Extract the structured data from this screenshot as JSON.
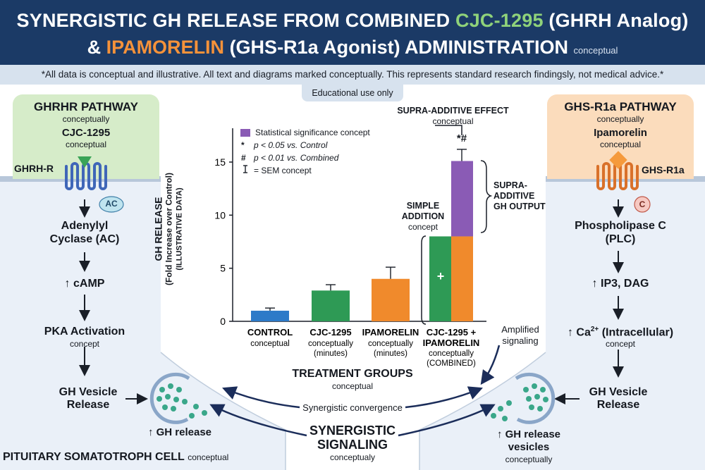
{
  "header": {
    "l1_a": "SYNERGISTIC GH RELEASE FROM COMBINED ",
    "l1_b": "CJC-1295",
    "l1_c": " (GHRH Analog)",
    "l2_a": "& ",
    "l2_b": "IPAMORELIN",
    "l2_c": " (GHS-R1a Agonist) ADMINISTRATION ",
    "l2_tag": "conceptual",
    "disclaimer": "*All data is conceptual and illustrative. All text and diagrams marked conceptually. This represents standard research findingsly, not medical advice.*",
    "edu": "Educational use only"
  },
  "left_pathway": {
    "title": "GHRHR PATHWAY",
    "title_sub": "conceptually",
    "drug": "CJC-1295",
    "drug_sub": "conceptual",
    "receptor": "GHRH-R",
    "enzyme_badge": "AC",
    "step1a": "Adenylyl",
    "step1b": "Cyclase (AC)",
    "step2": "↑ cAMP",
    "step3": "PKA Activation",
    "step3_sub": "concept",
    "step4a": "GH Vesicle",
    "step4b": "Release",
    "vesicle_label": "↑ GH release",
    "cell_label": "PITUITARY SOMATOTROPH CELL",
    "cell_label_sub": "conceptual"
  },
  "right_pathway": {
    "title": "GHS-R1a PATHWAY",
    "title_sub": "conceptually",
    "drug": "Ipamorelin",
    "drug_sub": "conceptual",
    "receptor": "GHS-R1a",
    "enzyme_badge": "C",
    "step1a": "Phospholipase C",
    "step1b": "(PLC)",
    "step2": "↑ IP3, DAG",
    "step3_a": "↑ Ca",
    "step3_sup": "2+",
    "step3_b": " (Intracellular)",
    "step3_sub": "concept",
    "step4a": "GH Vesicle",
    "step4b": "Release",
    "vesicle_label_a": "↑ GH release",
    "vesicle_label_b": "vesicles",
    "vesicle_label_sub": "conceptually"
  },
  "center": {
    "convergence": "Synergistic convergence",
    "synergy_a": "SYNERGISTIC",
    "synergy_b": "SIGNALING",
    "synergy_sub": "conceptualy",
    "amplified_a": "Amplified",
    "amplified_b": "signaling"
  },
  "chart_data": {
    "type": "bar",
    "ylabel_a": "GH RELEASE",
    "ylabel_b": "(Fold Increase over Control)",
    "ylabel_c": "(ILLUSTRATIVE DATA)",
    "ylim": [
      0,
      17
    ],
    "yticks": [
      0,
      5,
      10,
      15
    ],
    "xlabel": "TREATMENT GROUPS",
    "xlabel_sub": "conceptual",
    "categories": [
      {
        "name": "CONTROL",
        "sub1": "conceptual",
        "sub2": "",
        "sub3": "",
        "value": 1.0,
        "err": 0.25,
        "color": "#2d7ac8"
      },
      {
        "name": "CJC-1295",
        "sub1": "conceptually",
        "sub2": "(minutes)",
        "sub3": "",
        "value": 2.9,
        "err": 0.55,
        "color": "#2e9a55"
      },
      {
        "name": "IPAMORELIN",
        "sub1": "conceptually",
        "sub2": "(minutes)",
        "sub3": "",
        "value": 4.0,
        "err": 1.1,
        "color": "#f08a2c"
      },
      {
        "name": "CJC-1295 +",
        "name2": "IPAMORELIN",
        "sub1": "conceptually",
        "sub2": "(COMBINED)",
        "sub3": "",
        "value": 15.1,
        "err": 1.1
      }
    ],
    "combined_stack": [
      {
        "name": "CJC-1295",
        "value": 8.0,
        "color": "#2e9a55"
      },
      {
        "name": "IPAMORELIN",
        "value": 8.0,
        "color": "#f08a2c"
      },
      {
        "name": "Supra-additive",
        "value": 7.1,
        "color": "#8a5bb5"
      }
    ],
    "legend": {
      "sig": "Statistical significance concept",
      "p1": "p < 0.05 vs. Control",
      "p2": "p < 0.01 vs. Combined",
      "sem": "= SEM concept",
      "p1_sym": "*",
      "p2_sym": "#"
    },
    "annotations": {
      "supra_title": "SUPRA-ADDITIVE EFFECT",
      "supra_sub": "conceptual",
      "sig_mark": "*#",
      "plus": "+",
      "simple_a": "SIMPLE",
      "simple_b": "ADDITION",
      "simple_c": "concept",
      "supra_out_a": "SUPRA-",
      "supra_out_b": "ADDITIVE",
      "supra_out_c": "GH OUTPUT"
    }
  },
  "colors": {
    "navy": "#1b3a66",
    "green": "#2e9a55",
    "orange": "#f08a2c",
    "purple": "#8a5bb5",
    "blue": "#2d7ac8"
  }
}
